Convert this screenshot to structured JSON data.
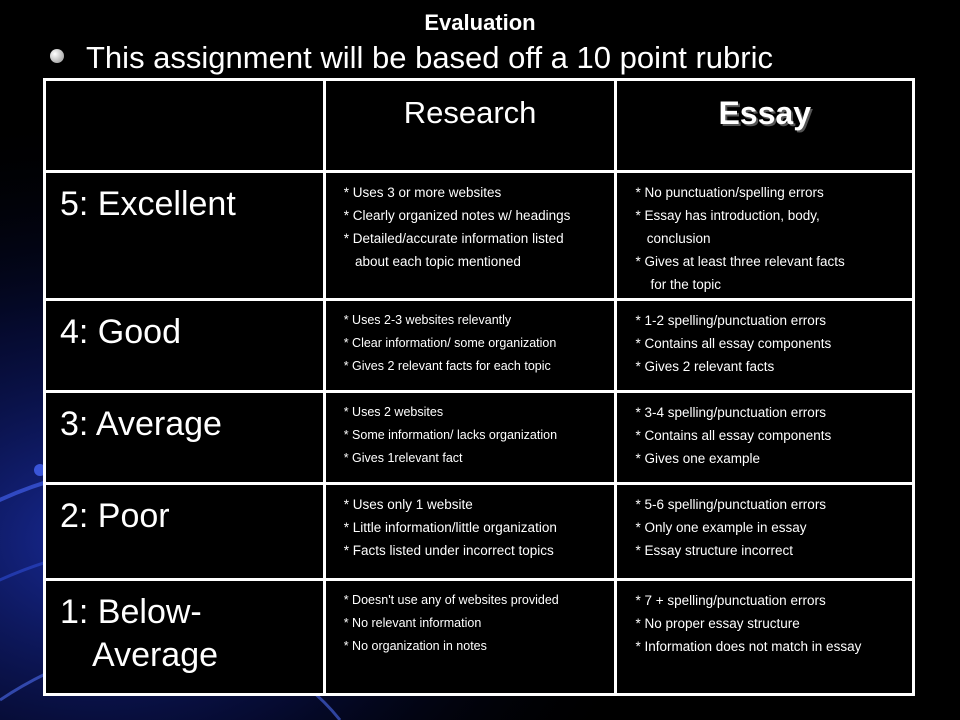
{
  "slide": {
    "title": "Evaluation",
    "bullet": "This assignment will be based off a 10 point rubric",
    "colors": {
      "background": "#000000",
      "text": "#ffffff",
      "accent_blue": "#1a2f9c"
    }
  },
  "table": {
    "headers": {
      "corner": "",
      "research": "Research",
      "essay": "Essay"
    },
    "rows": [
      {
        "level": "5: Excellent",
        "level_line2": "",
        "research": [
          "* Uses 3 or more websites",
          "* Clearly organized notes w/ headings",
          "* Detailed/accurate information listed",
          "   about each topic mentioned"
        ],
        "essay": [
          "* No punctuation/spelling errors",
          "* Essay has introduction, body,",
          "   conclusion",
          "* Gives at least three relevant facts",
          "    for the topic"
        ]
      },
      {
        "level": "4: Good",
        "level_line2": "",
        "research": [
          "* Uses 2-3 websites relevantly",
          "* Clear information/ some organization",
          "* Gives 2 relevant facts for each topic"
        ],
        "essay": [
          "* 1-2 spelling/punctuation errors",
          "* Contains all essay components",
          "* Gives 2 relevant facts"
        ]
      },
      {
        "level": "3: Average",
        "level_line2": "",
        "research": [
          "* Uses 2 websites",
          "* Some information/ lacks organization",
          "* Gives 1relevant fact"
        ],
        "essay": [
          "* 3-4 spelling/punctuation errors",
          "* Contains all essay components",
          "* Gives one example"
        ]
      },
      {
        "level": "2: Poor",
        "level_line2": "",
        "research": [
          "* Uses only 1 website",
          "* Little information/little organization",
          "* Facts listed under incorrect topics"
        ],
        "essay": [
          "* 5-6 spelling/punctuation errors",
          "* Only one example in essay",
          "* Essay structure incorrect"
        ]
      },
      {
        "level": "1: Below-",
        "level_line2": "Average",
        "research": [
          "* Doesn't use any of websites provided",
          "* No relevant information",
          "* No organization in notes"
        ],
        "essay": [
          "* 7 + spelling/punctuation errors",
          "* No proper essay structure",
          "* Information does not match in essay"
        ]
      }
    ]
  }
}
